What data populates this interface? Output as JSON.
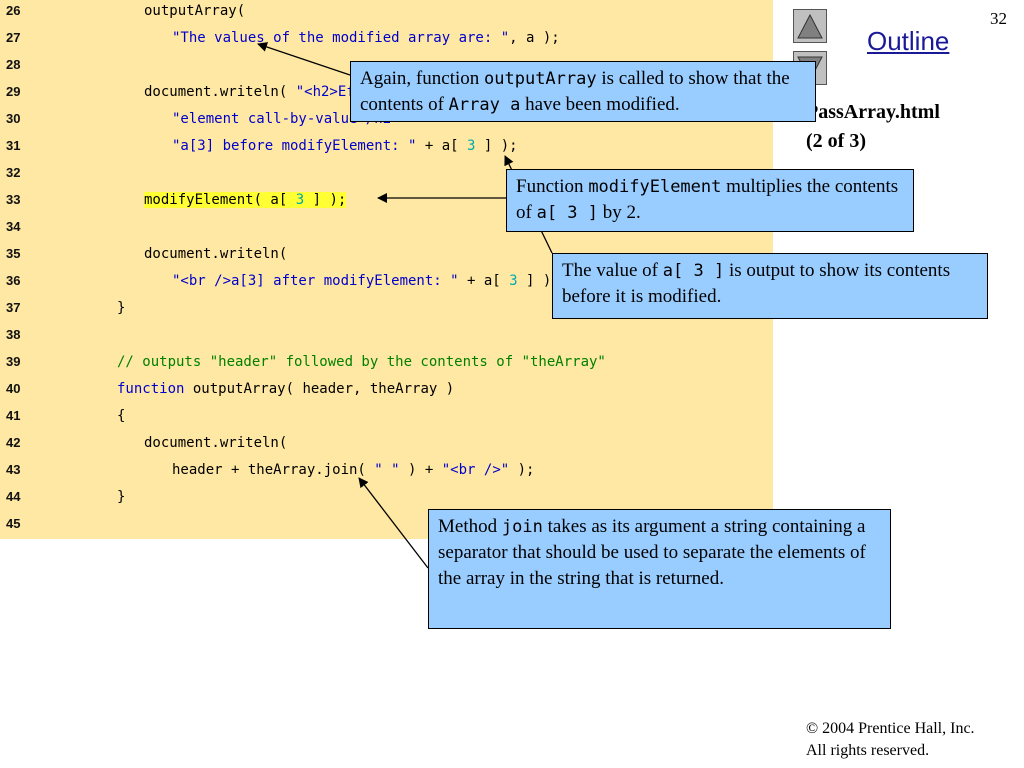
{
  "slide": {
    "page_number": "32",
    "outline_label": "Outline",
    "file_name": "PassArray.html",
    "file_part": "(2 of 3)",
    "copyright_line1": "© 2004 Prentice Hall, Inc.",
    "copyright_line2": "All rights reserved."
  },
  "code": {
    "lines": [
      {
        "num": "26",
        "indent": 144,
        "html": "outputArray("
      },
      {
        "num": "27",
        "indent": 172,
        "html": "<span class=\"str\">\"The values of the modified array are: \"</span>, a );"
      },
      {
        "num": "28",
        "indent": 144,
        "html": ""
      },
      {
        "num": "29",
        "indent": 144,
        "html": "document.writeln( <span class=\"str\">\"&lt;h2&gt;Effects of passing array \"</span> +"
      },
      {
        "num": "30",
        "indent": 172,
        "html": "<span class=\"str\">\"element call-by-value&lt;/h2&gt;\"</span> +"
      },
      {
        "num": "31",
        "indent": 172,
        "html": "<span class=\"str\">\"a[3] before modifyElement: \"</span> + a[ <span class=\"num\">3</span> ] );"
      },
      {
        "num": "32",
        "indent": 144,
        "html": ""
      },
      {
        "num": "33",
        "indent": 144,
        "html": "<span class=\"hl\">modifyElement( a[ <span class=\"num\">3</span> ] );</span>"
      },
      {
        "num": "34",
        "indent": 144,
        "html": ""
      },
      {
        "num": "35",
        "indent": 144,
        "html": "document.writeln("
      },
      {
        "num": "36",
        "indent": 172,
        "html": "<span class=\"str\">\"&lt;br /&gt;a[3] after modifyElement: \"</span> + a[ <span class=\"num\">3</span> ] );"
      },
      {
        "num": "37",
        "indent": 117,
        "html": "}"
      },
      {
        "num": "38",
        "indent": 117,
        "html": ""
      },
      {
        "num": "39",
        "indent": 117,
        "html": "<span class=\"cmt\">// outputs \"header\" followed by the contents of \"theArray\"</span>"
      },
      {
        "num": "40",
        "indent": 117,
        "html": "<span class=\"kw\">function</span> outputArray( header, theArray )"
      },
      {
        "num": "41",
        "indent": 117,
        "html": "{"
      },
      {
        "num": "42",
        "indent": 144,
        "html": "document.writeln("
      },
      {
        "num": "43",
        "indent": 172,
        "html": "header + theArray.join( <span class=\"str\">\" \"</span> ) + <span class=\"str\">\"&lt;br /&gt;\"</span> );"
      },
      {
        "num": "44",
        "indent": 117,
        "html": "}"
      },
      {
        "num": "45",
        "indent": 117,
        "html": ""
      }
    ]
  },
  "callouts": {
    "outputArray": {
      "t1": "Again, function ",
      "code1": "outputArray",
      "t2": " is called to show that the contents of ",
      "code2": "Array a",
      "t3": " have been modified."
    },
    "modifyElement": {
      "t1": "Function ",
      "code1": "modifyElement",
      "t2": " multiplies the contents of ",
      "code2": "a[ 3 ]",
      "t3": " by 2."
    },
    "value": {
      "t1": "The value of ",
      "code1": "a[ 3 ]",
      "t2": " is output to show its contents before it is modified."
    },
    "join": {
      "t1": "Method ",
      "code1": "join",
      "t2": " takes as its argument a string containing a separator that should be used to separate the elements of the array in the string that is returned."
    }
  }
}
